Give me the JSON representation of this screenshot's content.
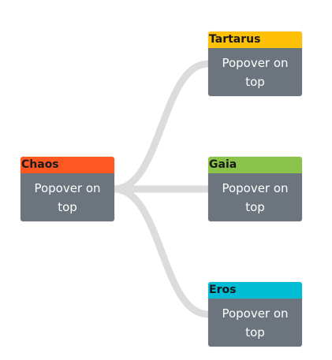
{
  "colors": {
    "link": "#dcdcdc",
    "body": "#6c757d",
    "chaos": "#ff5722",
    "tartarus": "#ffc107",
    "gaia": "#8bc34a",
    "eros": "#00bcd4"
  },
  "nodes": {
    "chaos": {
      "title": "Chaos",
      "text": "Popover on top"
    },
    "tartarus": {
      "title": "Tartarus",
      "text": "Popover on top"
    },
    "gaia": {
      "title": "Gaia",
      "text": "Popover on top"
    },
    "eros": {
      "title": "Eros",
      "text": "Popover on top"
    }
  }
}
